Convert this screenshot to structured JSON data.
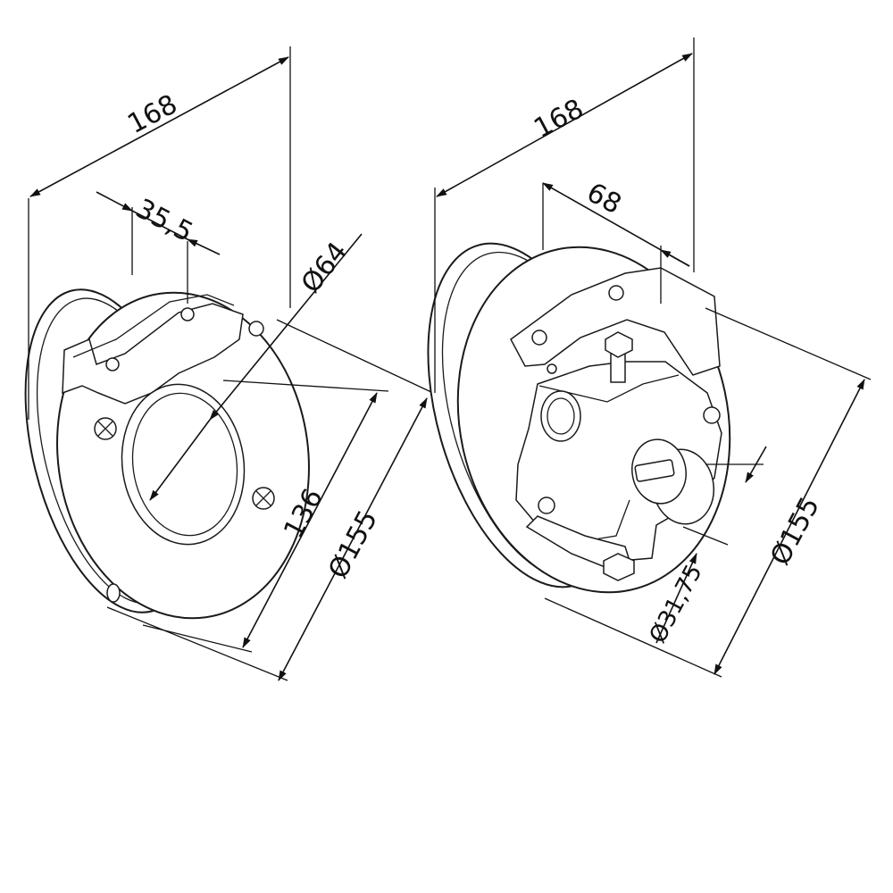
{
  "drawing": {
    "left_part": {
      "dim_overall_depth": "168",
      "dim_flange_offset": "35,5",
      "dim_bore_diameter": "Ø64",
      "dim_height": "136",
      "dim_outer_diameter": "Ø155"
    },
    "right_part": {
      "dim_overall_depth": "168",
      "dim_hub_offset": "68",
      "dim_outer_diameter": "Ø155",
      "dim_shaft_diameter": "Ø31,75"
    }
  },
  "colors": {
    "line": "#1a1a1a",
    "paper": "#ffffff"
  }
}
